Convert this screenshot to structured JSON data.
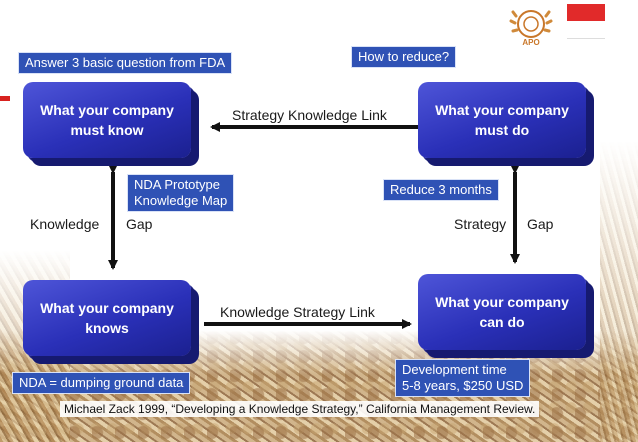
{
  "boxes": {
    "know": "What your company must know",
    "must_do": "What your company must do",
    "knows": "What your company knows",
    "can_do": "What your company can do"
  },
  "links": {
    "top": "Strategy Knowledge Link",
    "bottom": "Knowledge Strategy Link",
    "left_a": "Knowledge",
    "left_b": "Gap",
    "right_a": "Strategy",
    "right_b": "Gap"
  },
  "callouts": {
    "fda": "Answer 3 basic question from FDA",
    "reduce": "How to reduce?",
    "prototype": "NDA Prototype\nKnowledge Map",
    "months": "Reduce 3 months",
    "nda": "NDA = dumping ground data",
    "dev": "Development time\n5-8 years, $250 USD"
  },
  "citation": "Michael Zack 1999, “Developing a Knowledge Strategy,” California Management Review.",
  "logo_text": "APO",
  "colors": {
    "box": "#2a30b8",
    "callout": "#2f52b5",
    "arrow": "#111111",
    "flag_red": "#e12a2a"
  }
}
